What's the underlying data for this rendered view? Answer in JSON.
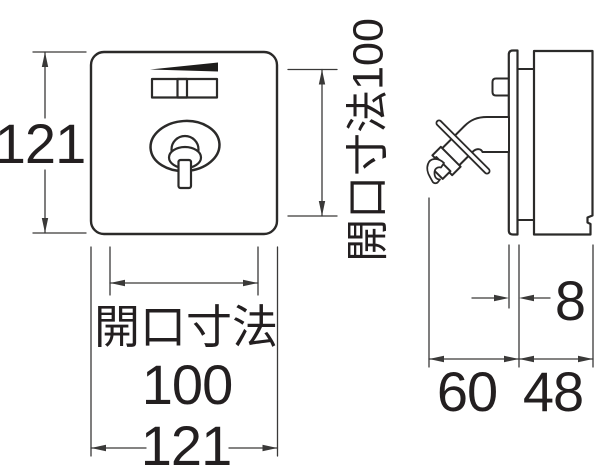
{
  "drawing": {
    "type": "product-dimension-drawing",
    "background": "#ffffff",
    "line_color": "#2b2a29",
    "views": {
      "front": "faceplate with lever handle",
      "side": "wall-mounted body with angled hose spout"
    },
    "labels": {
      "front_height": "121",
      "front_width": "121",
      "opening_caption": "開口寸法",
      "opening_width": "100",
      "opening_height_vertical": "開口寸法100",
      "plate_thickness": "8",
      "spout_projection": "60",
      "body_depth": "48"
    }
  }
}
